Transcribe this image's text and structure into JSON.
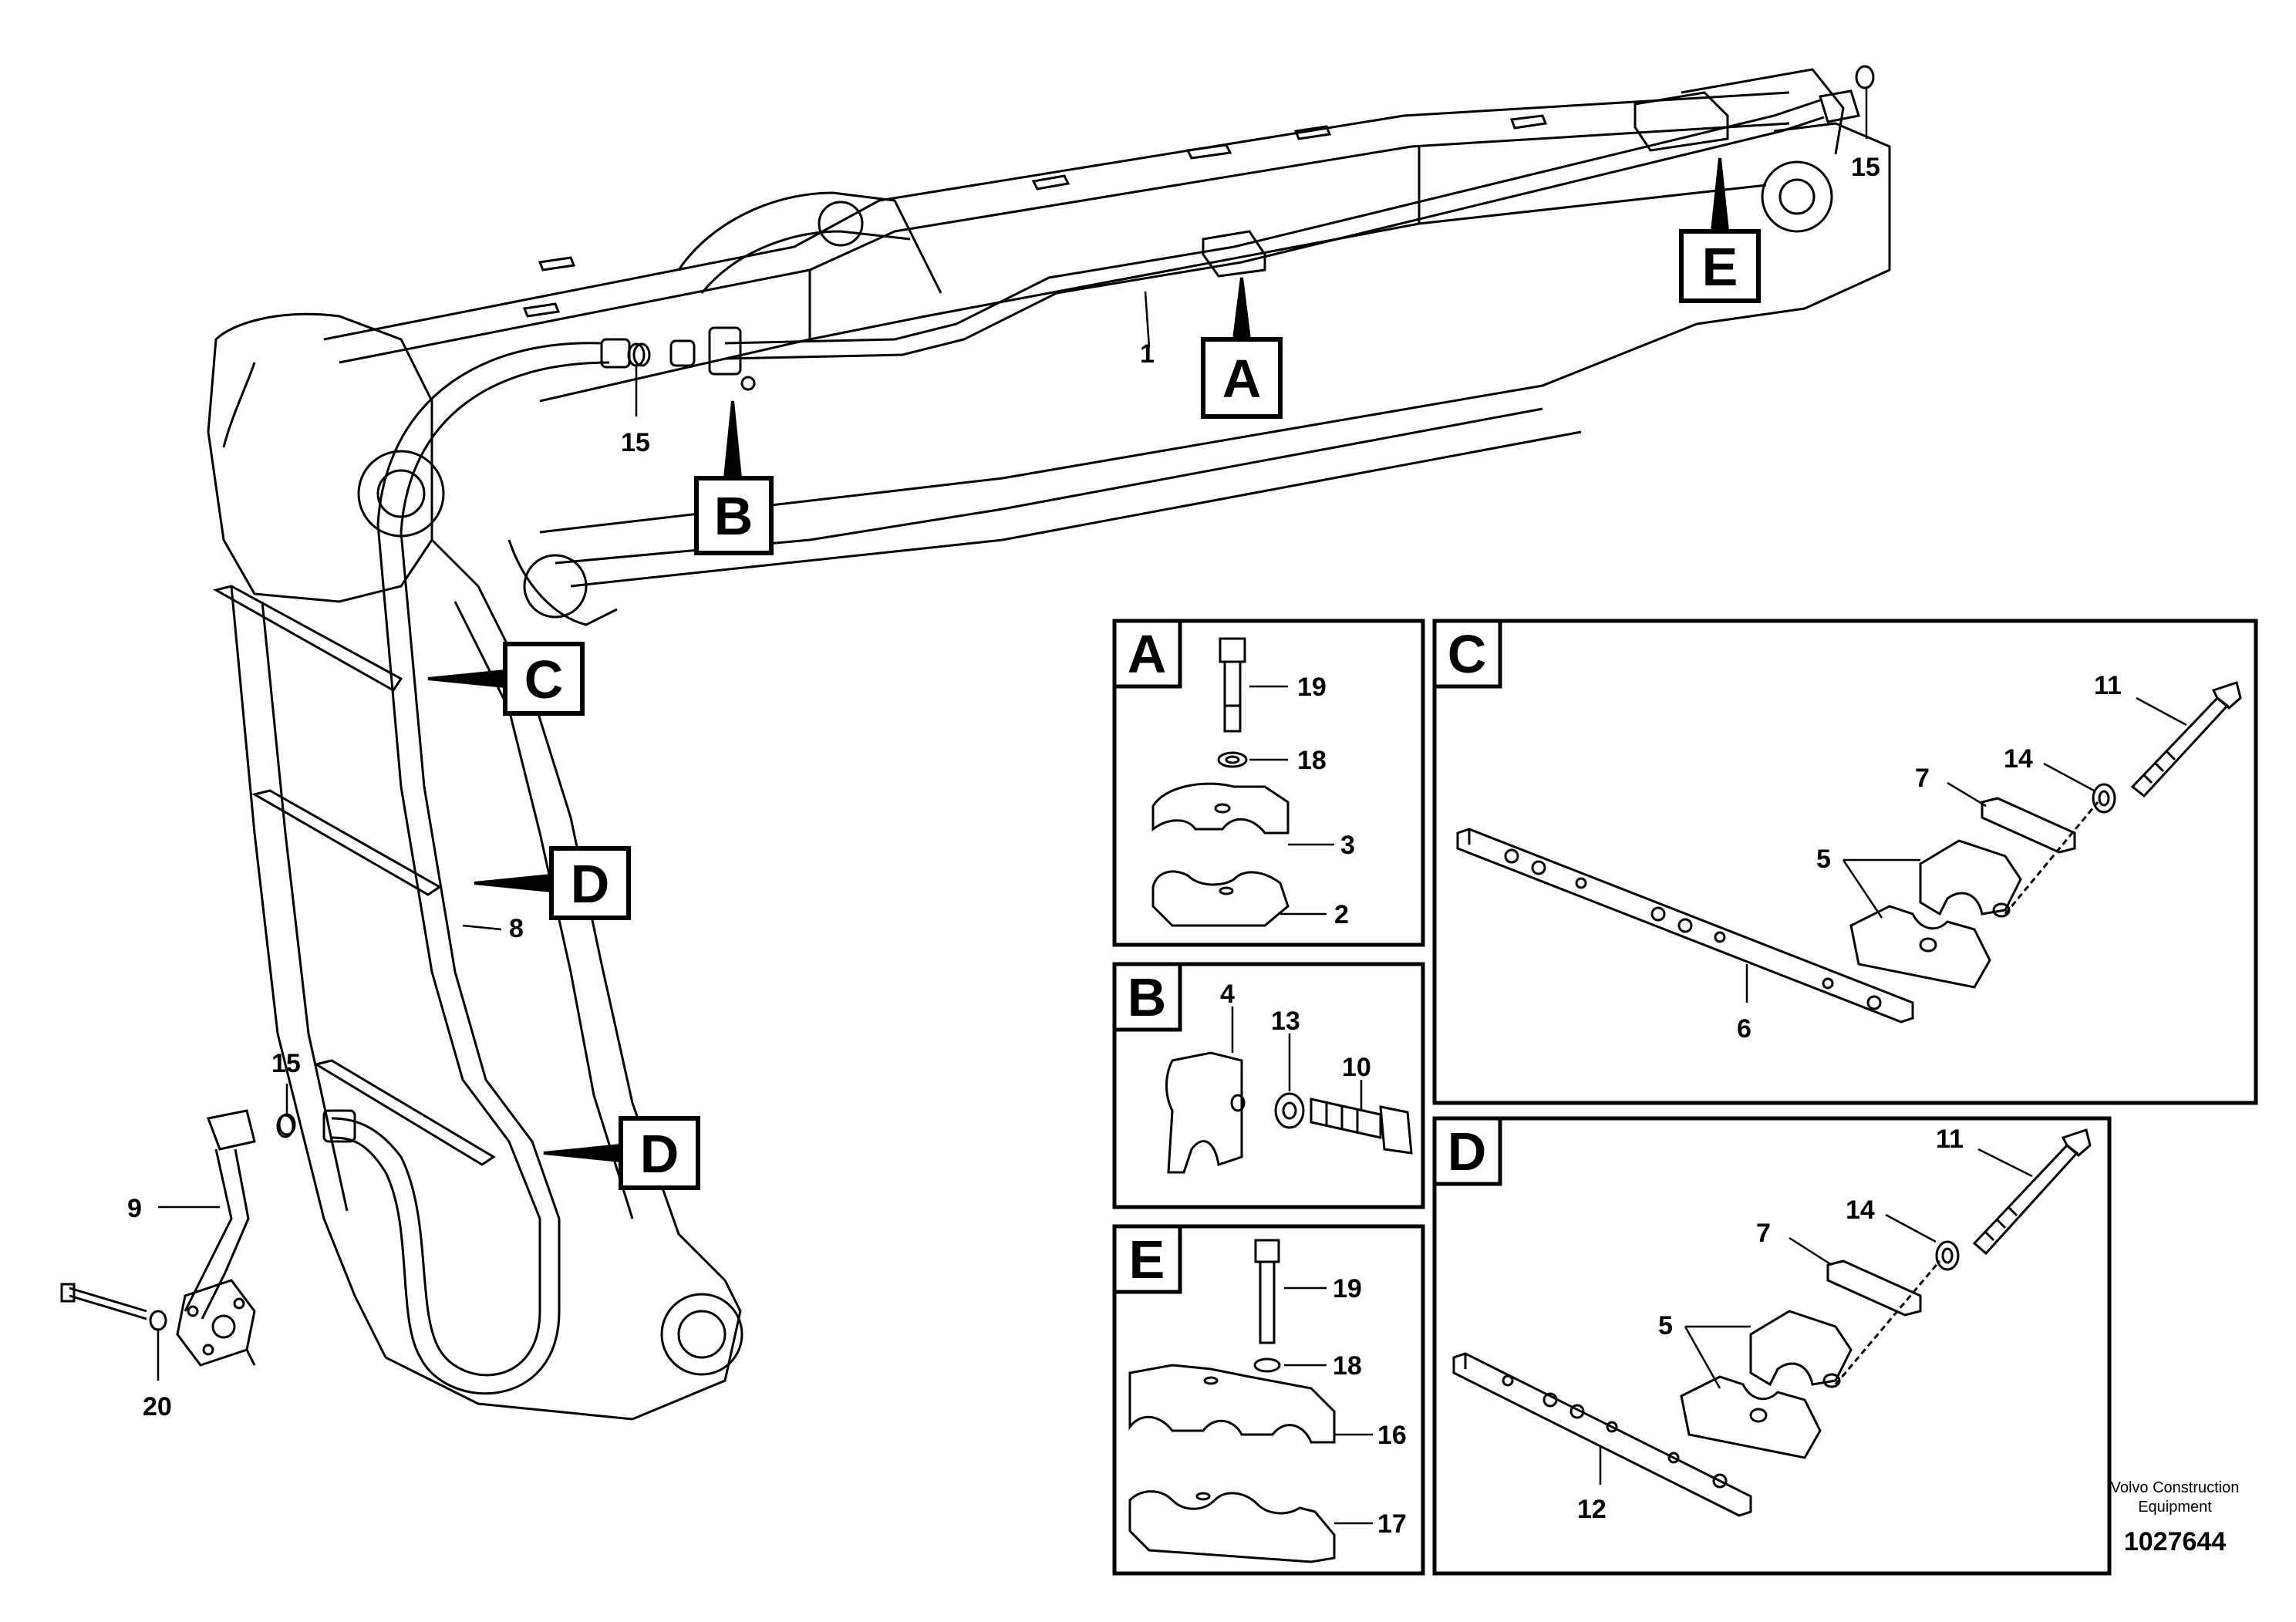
{
  "callouts": {
    "A": "A",
    "B": "B",
    "C": "C",
    "D": "D",
    "E": "E"
  },
  "main_labels": {
    "pipe_1": "1",
    "seal_15_top": "15",
    "seal_15_mid": "15",
    "seal_15_low": "15",
    "hose_8": "8",
    "pipe_9": "9",
    "washer_20": "20"
  },
  "detail_A": {
    "title": "A",
    "parts": {
      "p19": "19",
      "p18": "18",
      "p3": "3",
      "p2": "2"
    }
  },
  "detail_B": {
    "title": "B",
    "parts": {
      "p4": "4",
      "p13": "13",
      "p10": "10"
    }
  },
  "detail_E": {
    "title": "E",
    "parts": {
      "p19": "19",
      "p18": "18",
      "p16": "16",
      "p17": "17"
    }
  },
  "detail_C": {
    "title": "C",
    "parts": {
      "p11": "11",
      "p14": "14",
      "p7": "7",
      "p5": "5",
      "p6": "6"
    }
  },
  "detail_D": {
    "title": "D",
    "parts": {
      "p11": "11",
      "p14": "14",
      "p7": "7",
      "p5": "5",
      "p12": "12"
    }
  },
  "footer": {
    "company_line1": "Volvo Construction",
    "company_line2": "Equipment",
    "doc_number": "1027644"
  }
}
